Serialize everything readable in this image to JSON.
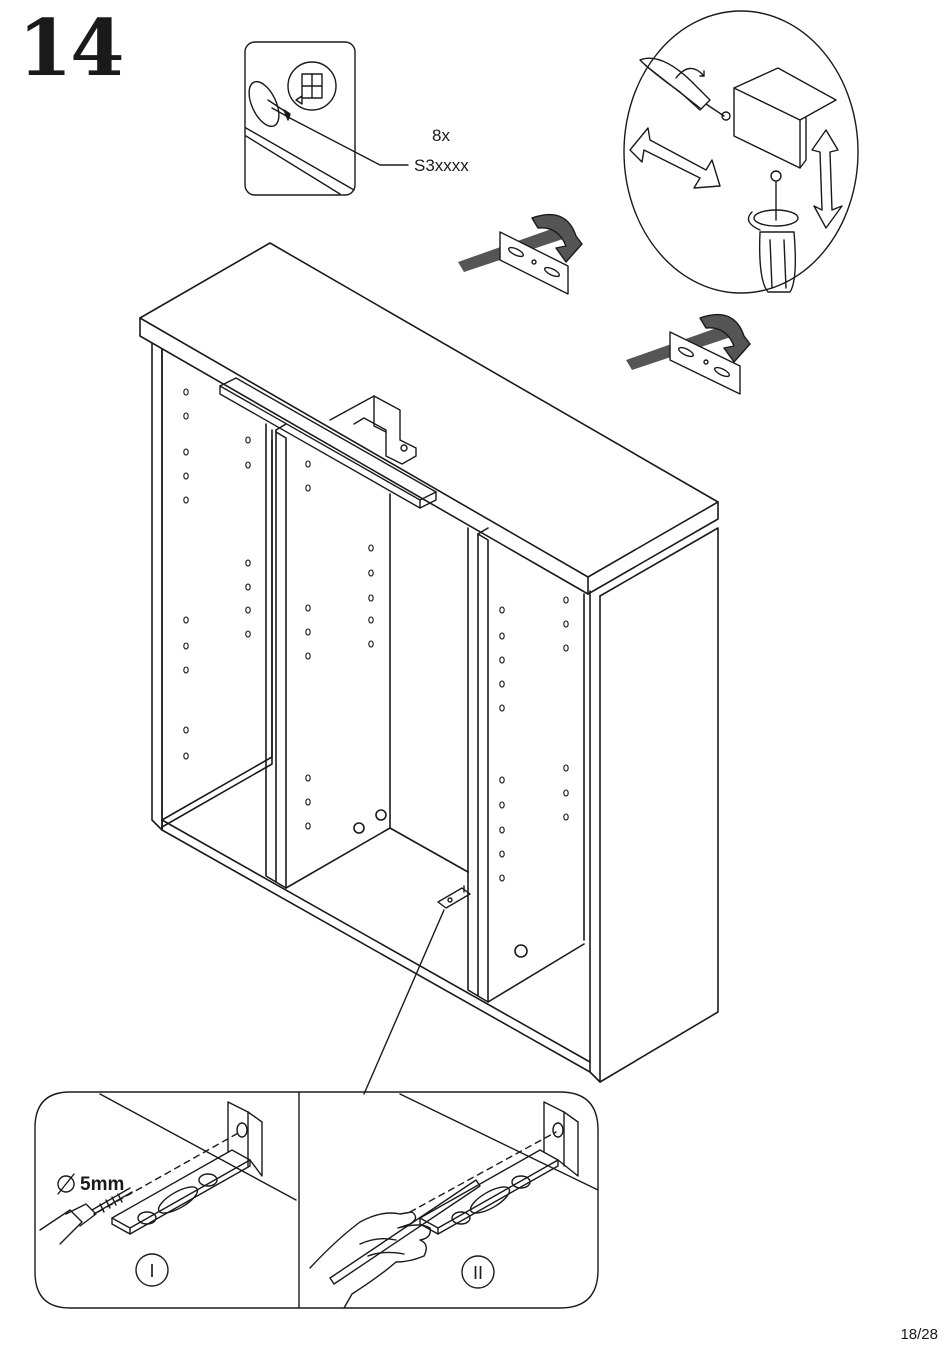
{
  "step": {
    "number": "14"
  },
  "fastener_callout": {
    "quantity": "8x",
    "part_code": "S3xxxx"
  },
  "detail_panels": {
    "drill": {
      "diameter_label": "5mm",
      "step_marker": "I"
    },
    "pencil": {
      "step_marker": "II"
    }
  },
  "footer": {
    "page": "18/28"
  },
  "colors": {
    "line": "#1a1a1a",
    "strip": "#555555",
    "paper": "#ffffff"
  },
  "icons": [
    "screw-icon",
    "screwdriver-icon",
    "hanging-bracket-icon",
    "drill-icon",
    "pencil-icon",
    "hand-icon",
    "adjust-arrow-icon",
    "rotate-arrow-icon"
  ]
}
